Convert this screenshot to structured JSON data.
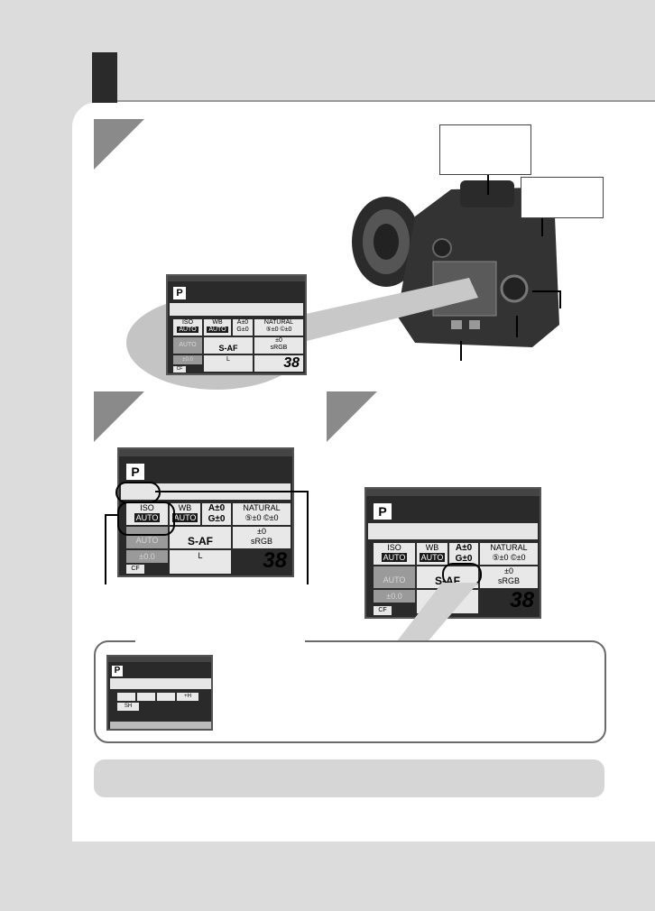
{
  "lcd_main": {
    "mode": "P",
    "iso_label": "ISO",
    "iso_value": "AUTO",
    "wb_label": "WB",
    "wb_value": "AUTO",
    "wb_adj_a": "A±0",
    "wb_adj_g": "G±0",
    "picture_mode": "NATURAL",
    "sharp": "⑤±0",
    "contrast": "©±0",
    "sat": "±0",
    "flash_mode": "AUTO",
    "flash_comp": "±0.0",
    "af_mode": "S-AF",
    "color_space": "sRGB",
    "shots": "38",
    "card": "CF",
    "quality": "L"
  },
  "drive_menu": {
    "mode": "P",
    "options": [
      "",
      "",
      "",
      "+H"
    ],
    "selected_extra": "SH"
  },
  "colors": {
    "page": "#dcdcdc",
    "panel": "#ffffff",
    "lcd": "#2a2a2a",
    "cell": "#e8e8e8",
    "oval": "#c4c4c4"
  }
}
